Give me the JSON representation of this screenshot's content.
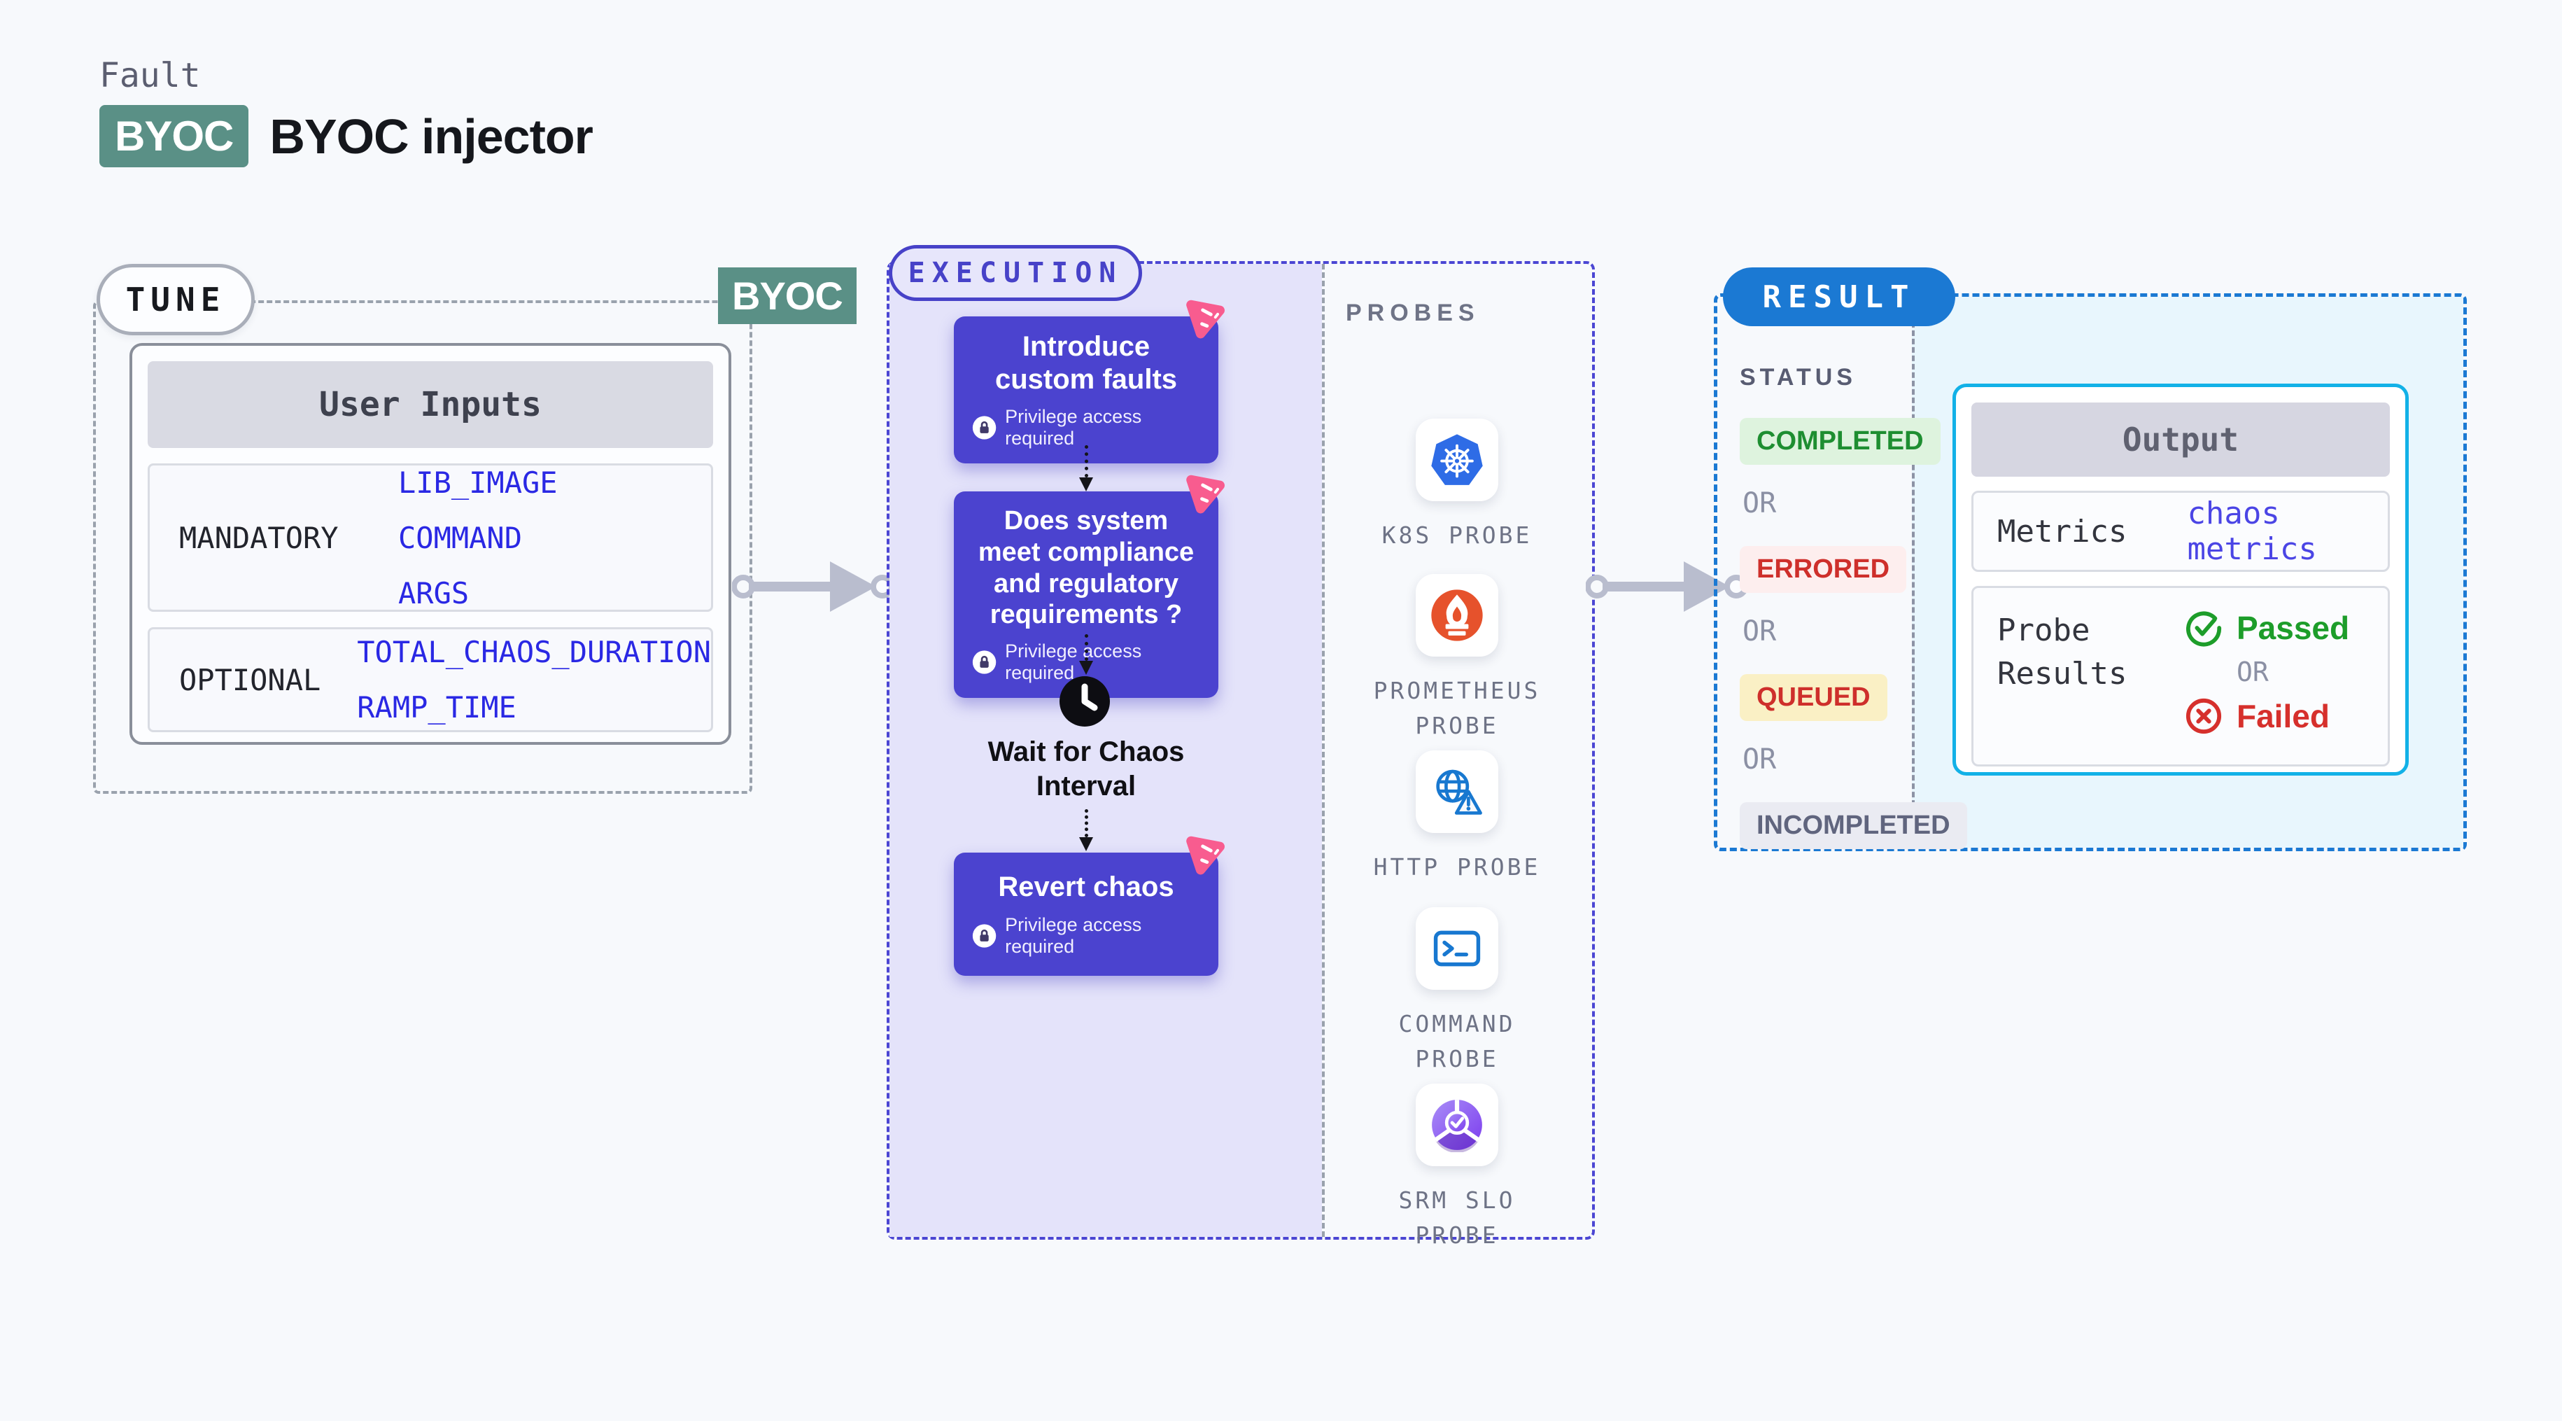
{
  "header": {
    "eyebrow": "Fault",
    "badge": "BYOC",
    "title": "BYOC injector"
  },
  "tune": {
    "pill": "TUNE",
    "corner_badge": "BYOC",
    "table": {
      "header": "User Inputs",
      "rows": [
        {
          "label": "MANDATORY",
          "values": [
            "LIB_IMAGE",
            "COMMAND",
            "ARGS"
          ]
        },
        {
          "label": "OPTIONAL",
          "values": [
            "TOTAL_CHAOS_DURATION",
            "RAMP_TIME"
          ]
        }
      ]
    }
  },
  "execution": {
    "pill": "EXECUTION",
    "node1": {
      "title": "Introduce custom faults",
      "badge": "Privilege access required"
    },
    "node2": {
      "title": "Does system meet compliance and regulatory requirements ?",
      "badge": "Privilege access required"
    },
    "wait_label": "Wait for Chaos Interval",
    "node3": {
      "title": "Revert chaos",
      "badge": "Privilege access required"
    }
  },
  "probes": {
    "label": "PROBES",
    "items": [
      {
        "name": "K8S PROBE",
        "icon": "kubernetes-icon"
      },
      {
        "name": "PROMETHEUS PROBE",
        "icon": "prometheus-icon"
      },
      {
        "name": "HTTP PROBE",
        "icon": "http-globe-icon"
      },
      {
        "name": "COMMAND PROBE",
        "icon": "terminal-icon"
      },
      {
        "name": "SRM SLO PROBE",
        "icon": "srm-slo-icon"
      }
    ]
  },
  "result": {
    "pill": "RESULT",
    "status_label": "STATUS",
    "or_label": "OR",
    "statuses": [
      {
        "label": "COMPLETED",
        "tone": "green"
      },
      {
        "label": "ERRORED",
        "tone": "red"
      },
      {
        "label": "QUEUED",
        "tone": "yellow"
      },
      {
        "label": "INCOMPLETED",
        "tone": "gray"
      }
    ],
    "output": {
      "header": "Output",
      "metrics_label": "Metrics",
      "metrics_value": "chaos metrics",
      "probe_results_label": "Probe Results",
      "passed_label": "Passed",
      "or_label": "OR",
      "failed_label": "Failed"
    }
  },
  "colors": {
    "page_bg": "#f7f9fc",
    "teal_badge": "#5a9086",
    "node_purple": "#4b43cf",
    "execution_accent": "#4742c8",
    "execution_panel": "#e4e3fa",
    "result_blue": "#1b79d3",
    "output_cyan_border": "#12b1e7",
    "output_cyan_bg": "#e8f6fd",
    "arrow_gray": "#b9bdce",
    "value_blue": "#2a28e4",
    "metrics_link": "#4b45e5",
    "passed_green": "#1d9d2a",
    "failed_red": "#d6302c",
    "pink_logo": "#f85c8f"
  }
}
